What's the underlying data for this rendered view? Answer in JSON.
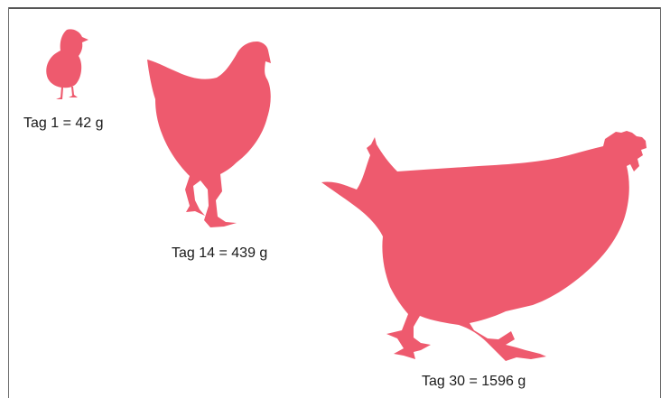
{
  "colors": {
    "silhouette": "#ee5a6e",
    "frame": "#555555",
    "background": "#ffffff",
    "label_text": "#1a1a1a"
  },
  "stages": [
    {
      "name": "chick",
      "icon": "chick-silhouette",
      "label": "Tag 1 = 42 g"
    },
    {
      "name": "young-hen",
      "icon": "hen-silhouette",
      "label": "Tag 14 = 439 g"
    },
    {
      "name": "broiler",
      "icon": "broiler-silhouette",
      "label": "Tag 30 = 1596 g"
    }
  ]
}
